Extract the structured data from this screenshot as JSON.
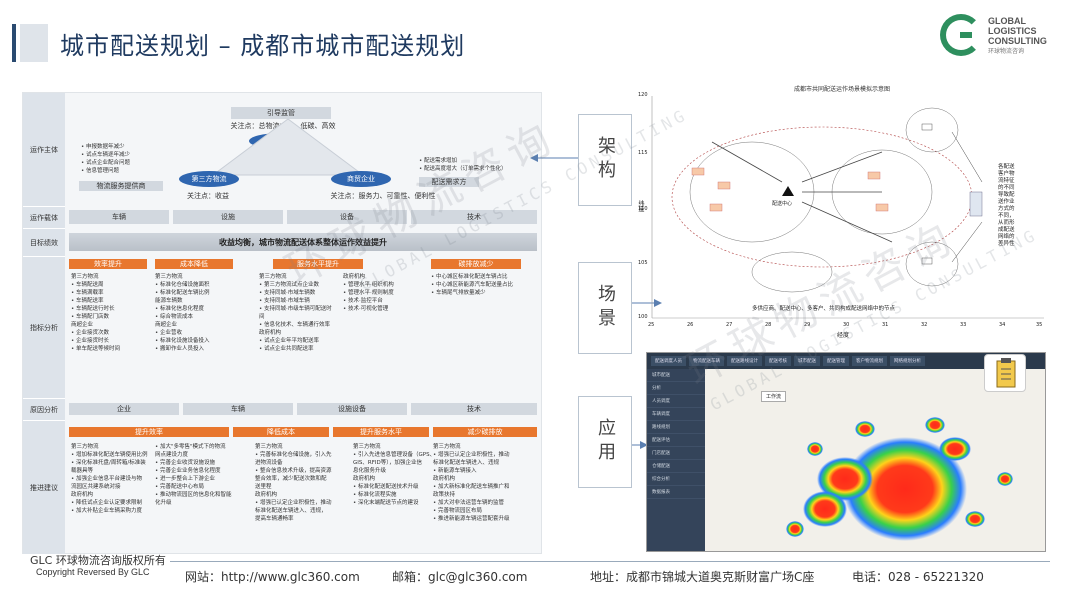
{
  "header": {
    "title": "城市配送规划 – 成都市城市配送规划",
    "logo_line1": "GLOBAL",
    "logo_line2": "LOGISTICS",
    "logo_line3": "CONSULTING",
    "logo_sub": "环球物流咨询"
  },
  "left": {
    "rows": {
      "operation_subject": "运作主体",
      "operation_carrier": "运作载体",
      "goal": "目标绩效",
      "indicator": "指标分析",
      "obstacle": "原因分析",
      "suggestion": "推进建议"
    },
    "top_box": "引导监管",
    "focus_top": "关注点：总物流成本、低碳、高效",
    "gov": "政府机构",
    "third_party": "第三方物流",
    "merchant": "商贸企业",
    "focus_left": "关注点：收益",
    "focus_right": "关注点：服务力、可靠性、便利性",
    "left_notes": "• 申报数据年减少\n• 试点车辆逐年减少\n• 试点企业配合问题\n• 信息管理问题",
    "service_bar": "物流服务提供商",
    "right_notes": "• 配送需求增加\n• 配送高度增大（订单需求个性化）",
    "right_tag": "配送需求方",
    "carriers": [
      "车辆",
      "设施",
      "设备",
      "技术"
    ],
    "goal_bar": "收益均衡，城市物流配送体系整体运作效益提升",
    "goal_items": [
      "效率提升",
      "成本降低",
      "服务水平提升",
      "碳排放减少"
    ],
    "indicator_cols": [
      "第三方物流\n• 车辆配送周\n• 车辆满载率\n• 车辆配送率\n• 车辆配送行时长\n• 车辆配门店数\n商超企业\n• 企业接货次数\n• 企业接货时长\n• 单车配送等候时间",
      "第三方物流\n• 标准化仓储设施面积\n• 标准化配送车辆比例\n  能源车辆数\n• 标准化信息化程度\n• 综合物流成本\n商超企业\n• 企业营收\n• 标准化设施设备投入\n• 搬卸作业人员投入",
      "第三方物流\n• 第三方物流试点企业数\n• 支持同城·市域车辆数\n• 支持同城·市域车辆\n• 支持同城·市级车辆可配送时\n  间\n• 信息化技术、车辆通行效率\n政府机构\n• 试点企业年平均配送率\n• 试点企业共同配送率",
      "政府机构\n• 管理水平·组织机构\n• 管理水平·规则制度\n• 技术·监控平台\n• 技术·可视化管理",
      "• 中心城区标准化配送车辆占比\n• 中心城区新能源汽车配送量占比\n• 车辆尾气排放量减少"
    ],
    "obstacle_items": [
      "企业",
      "车辆",
      "设施设备",
      "技术"
    ],
    "suggestion_heads": [
      "提升效率",
      "降低成本",
      "提升服务水平",
      "减少碳排放"
    ],
    "suggestion_cols": [
      "第三方物流\n• 增加标准化配送车辆使用比例\n• 深化标准托盘/周转箱/标准装\n  载器具等\n• 加强企业信息平台建设与物\n  流园区共建系统对接\n政府机构\n• 降低试点企业认定要求限制\n• 加大补贴企业车辆采购力度",
      "• 加大\"多零售\"模式下的物流\n  网点建设力度\n• 完善企业收货设施设施\n• 完善企业业务信息化程度\n• 进一步整合上下游企业\n• 完善配送中心布局\n• 推动物流园区的信息化和智能\n  化升级",
      "第三方物流\n• 完善标准化仓储设施，引入先\n  进物流设备\n• 整合信息技术升级，提高资源\n  整合效率，减少配送次数和配\n  送里程\n政府机构\n• 增强已认定企业积极性，推动\n  标准化配送车辆进入、违规，\n  提高车辆通畅率",
      "第三方物流\n• 引入先进信息管理设备（GPS、\n  GIS、RFID等），加强企业信\n  息化服务升级\n政府机构\n• 标准化配送配送技术升级\n• 标准化流程实施\n• 深化末端配送节点的建设",
      "第三方物流\n• 增强已认定企业积极性，推动\n  标准化配送车辆进入、违规\n• 新能源车辆接入\n政府机构\n• 加大新标准化配送车辆推广和\n  政策扶持\n• 加大对非法运营车辆的监管\n• 完善物流园区布局\n• 推进新能源车辆运营配套升级"
    ]
  },
  "right": {
    "tag_structure": "架构",
    "tag_scene": "场景",
    "tag_app": "应用",
    "chart_title": "成都市共同配送运作场景模拟示意图",
    "y_ticks": [
      "120",
      "115",
      "110",
      "105",
      "100"
    ],
    "x_ticks": [
      "25",
      "26",
      "27",
      "28",
      "29",
      "30",
      "31",
      "32",
      "33",
      "34",
      "35"
    ],
    "y_label": "纬度",
    "x_label": "经度",
    "scene_caption": "多供应商、配送中心、多客户、共同构成配送网络中的节点",
    "side_note": "各配送\n客户物\n流特征\n的不同\n导致配\n送作业\n方式的\n不同，\n从而形\n成配送\n网络的\n差异性",
    "center_label": "配送中心",
    "app_tabs": [
      "配送调度人员",
      "物流配送车辆",
      "配送路线设计",
      "配送考核",
      "城市配送",
      "配送管理",
      "客户物流规划",
      "网络规划分析"
    ],
    "app_side": [
      "城市配送",
      "分析",
      "人员调度",
      "车辆调度",
      "路线规划",
      "配送评估",
      "门店配送",
      "仓储配送",
      "综合分析",
      "数据报表"
    ],
    "app_map_title": "工作流"
  },
  "watermark": {
    "cn": "环球物流咨询",
    "en": "GLOBAL LOGISTICS CONSULTING"
  },
  "footer": {
    "copyright_cn": "GLC 环球物流咨询版权所有",
    "copyright_en": "Copyright Reversed By GLC",
    "website": "网站：http://www.glc360.com",
    "email": "邮箱：glc@glc360.com",
    "address": "地址：成都市锦城大道奥克斯财富广场C座",
    "phone": "电话：028 - 65221320"
  }
}
